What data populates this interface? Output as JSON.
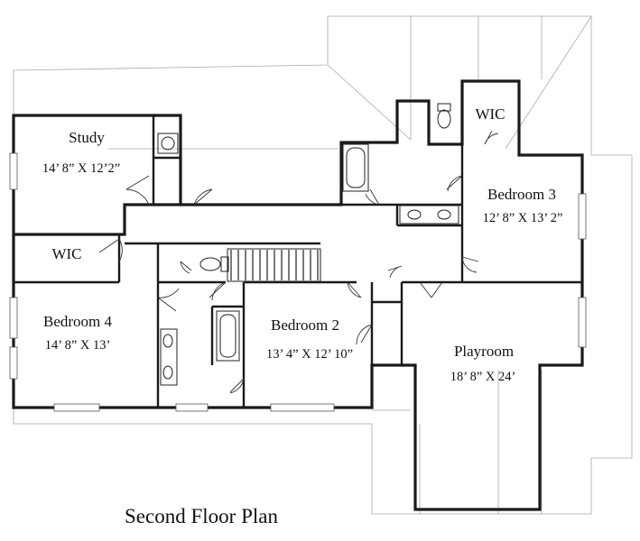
{
  "caption": "Second Floor Plan",
  "rooms": {
    "study": {
      "name": "Study",
      "dims": "14’ 8” X 12’2”"
    },
    "wic_left": {
      "name": "WIC"
    },
    "bedroom4": {
      "name": "Bedroom 4",
      "dims": "14’ 8” X 13’"
    },
    "bedroom2": {
      "name": "Bedroom 2",
      "dims": "13’ 4” X 12’ 10”"
    },
    "wic_right": {
      "name": "WIC"
    },
    "bedroom3": {
      "name": "Bedroom 3",
      "dims": "12’ 8” X 13’ 2”"
    },
    "playroom": {
      "name": "Playroom",
      "dims": "18’ 8” X 24’"
    }
  }
}
